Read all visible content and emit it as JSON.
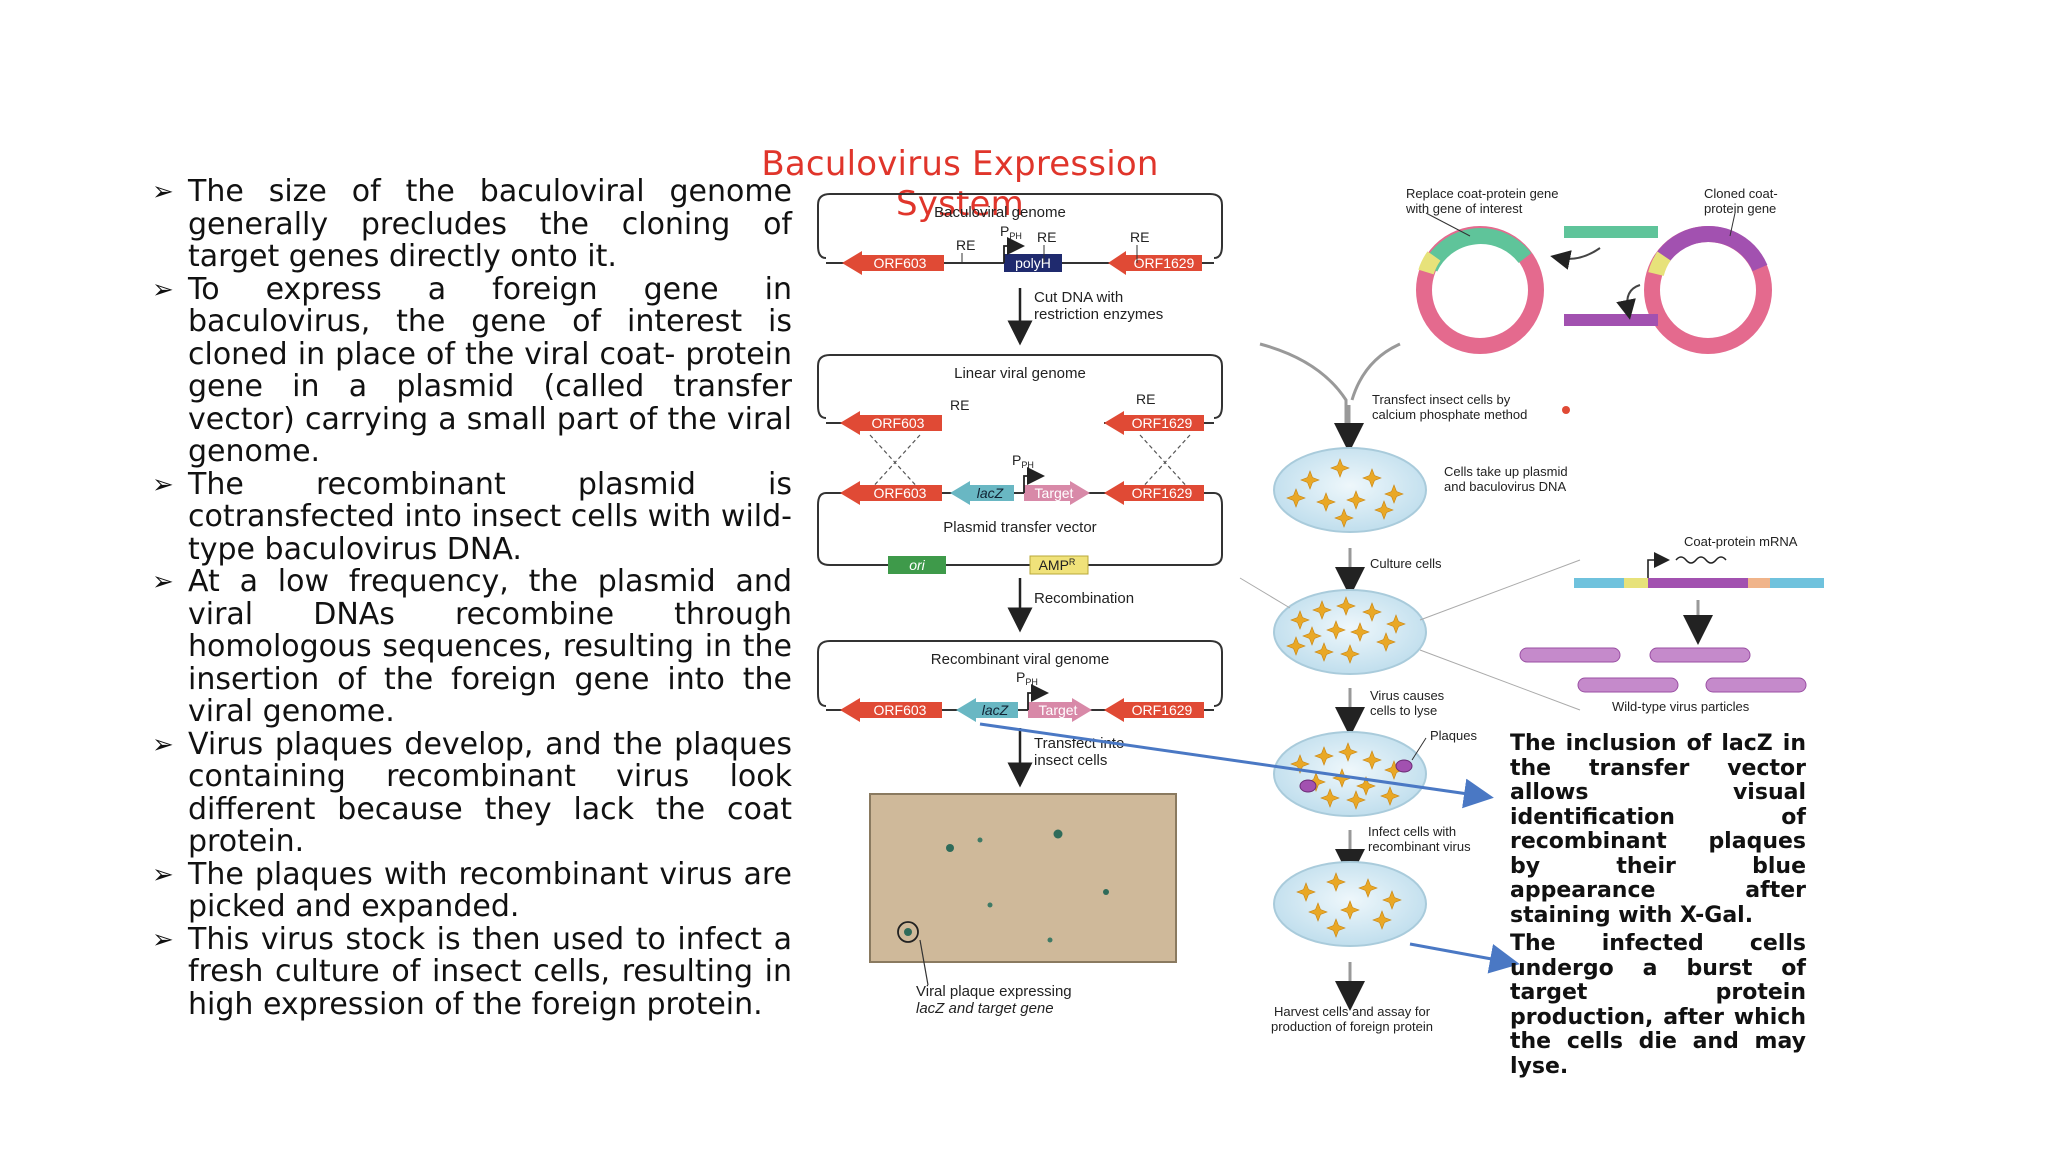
{
  "title": "Baculovirus Expression System",
  "bullets": [
    "The size of the baculoviral genome generally precludes the cloning of target genes directly onto it.",
    "To express a foreign gene in baculovirus, the gene of interest is cloned in place of the viral coat- protein gene in a plasmid (called transfer vector) carrying a small part of the viral genome.",
    "The recombinant plasmid is cotransfected into insect cells with wild-type baculovirus DNA.",
    "At a low frequency, the plasmid and viral DNAs recombine through homologous sequences, resulting in the insertion of the foreign gene into the viral genome.",
    "Virus plaques develop, and the plaques containing recombinant virus look different because they lack the coat protein.",
    "The plaques with recombinant virus are picked and expanded.",
    "This virus stock is then used to infect a fresh culture of insect cells, resulting in high expression of the foreign protein."
  ],
  "diagram": {
    "baculoviral_genome": "Baculoviral genome",
    "cut_dna": "Cut DNA with",
    "cut_dna2": "restriction enzymes",
    "linear_viral_genome": "Linear viral genome",
    "plasmid_transfer_vector": "Plasmid transfer vector",
    "recombination": "Recombination",
    "recombinant_viral_genome": "Recombinant viral genome",
    "transfect_into": "Transfect into",
    "insect_cells": "insect cells",
    "plaque_caption1": "Viral plaque expressing",
    "plaque_caption2": "lacZ and target gene",
    "re": "RE",
    "pph": "P",
    "pph_sub": "PH",
    "orf603": "ORF603",
    "orf1629": "ORF1629",
    "polyh": "polyH",
    "lacz": "lacZ",
    "target": "Target",
    "ori": "ori",
    "amp": "AMP",
    "amp_sup": "R",
    "replace1": "Replace coat-protein gene",
    "replace2": "with gene of interest",
    "cloned1": "Cloned coat-",
    "cloned2": "protein gene",
    "transfect1": "Transfect insect cells by",
    "transfect2": "calcium phosphate method",
    "take_up1": "Cells take up plasmid",
    "take_up2": "and baculovirus DNA",
    "culture_cells": "Culture cells",
    "coat_mrna": "Coat-protein mRNA",
    "wild_type": "Wild-type virus particles",
    "lyse1": "Virus causes",
    "lyse2": "cells to lyse",
    "plaques": "Plaques",
    "infect1": "Infect cells with",
    "infect2": "recombinant virus",
    "harvest1": "Harvest cells and assay for",
    "harvest2": "production of foreign protein"
  },
  "notes": {
    "lacz_note": "The inclusion of lacZ in the transfer vector allows visual identification of recombinant plaques by their blue appearance after staining with X-Gal.",
    "burst_note": "The infected cells undergo a burst of target protein production, after which the cells die and may lyse."
  },
  "colors": {
    "title": "#e0352b",
    "gene_red": "#e04a35",
    "polyh_navy": "#1f2a6e",
    "lacz_teal": "#69b7c3",
    "target_pink": "#d889a8",
    "ori_green": "#3e9a4a",
    "amp_yellow": "#f0e27a",
    "arrow_blue": "#4a78c4",
    "dish_blue": "#cde6f2",
    "star_gold": "#e9a826",
    "plate_tan": "#cfb99a"
  }
}
